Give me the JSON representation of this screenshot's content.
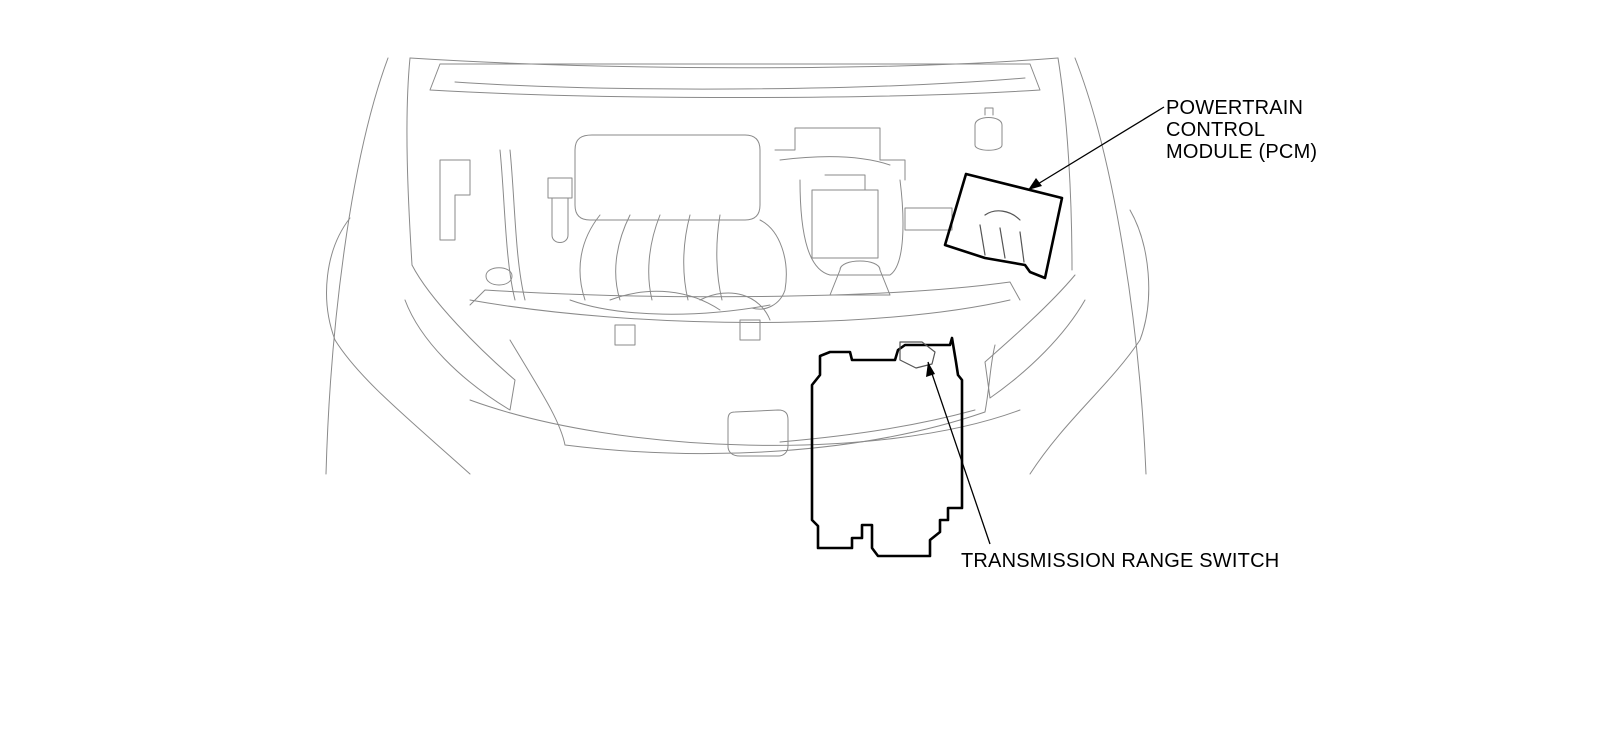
{
  "figure": {
    "subject": "engine-compartment-line-drawing"
  },
  "callouts": {
    "pcm": {
      "line1": "POWERTRAIN",
      "line2": "CONTROL",
      "line3": "MODULE (PCM)"
    },
    "transmission_range_switch": {
      "label": "TRANSMISSION RANGE SWITCH"
    }
  },
  "colors": {
    "line_thin": "#8a8a8a",
    "line_highlight": "#000000",
    "background": "#ffffff"
  }
}
